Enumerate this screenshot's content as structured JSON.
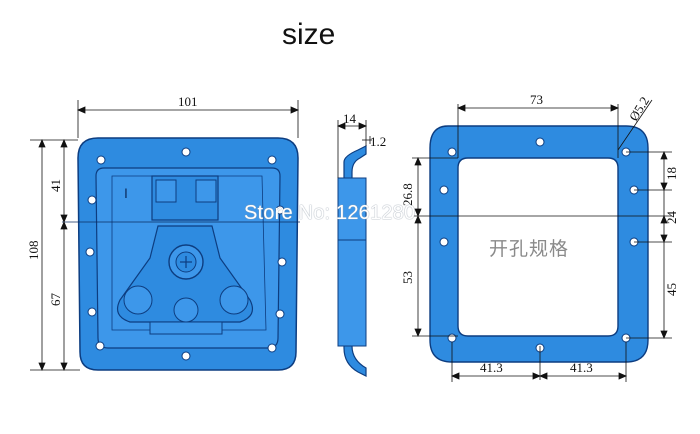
{
  "title": "size",
  "watermark": "Store No: 1261280",
  "cutout_label": "开孔规格",
  "colors": {
    "body": "#2e8be0",
    "body_dark": "#1a5fb0",
    "line": "#111111"
  },
  "front_view": {
    "width_dim": "101",
    "height_dim": "108",
    "upper_dim": "41",
    "lower_dim": "67",
    "slot_mark": "I"
  },
  "side_view": {
    "depth_dim": "14",
    "thickness_dim": "1.2"
  },
  "cutout_view": {
    "width_dim": "73",
    "hole_dim": "Ø5.2",
    "left_upper_dim": "26.8",
    "left_lower_dim": "53",
    "right_top_dim": "18",
    "right_mid_dim": "24",
    "right_lower_dim": "45",
    "bottom_left_dim": "41.3",
    "bottom_right_dim": "41.3"
  }
}
